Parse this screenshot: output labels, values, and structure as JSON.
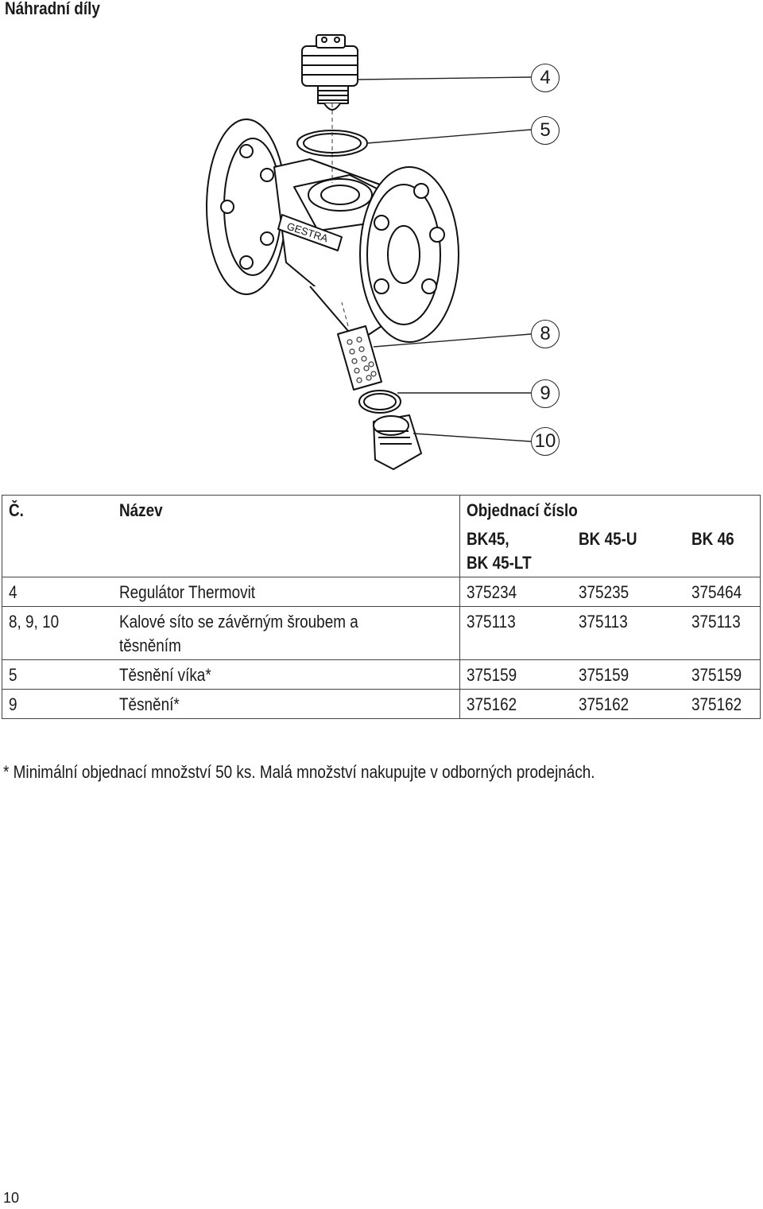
{
  "page": {
    "title": "Náhradní díly",
    "page_number": "10"
  },
  "callouts": [
    "4",
    "5",
    "8",
    "9",
    "10"
  ],
  "drawing": {
    "brand": "GESTRA"
  },
  "table": {
    "header": {
      "col_no": "Č.",
      "col_name": "Název",
      "col_order": "Objednací číslo",
      "variants": [
        "BK45,",
        "BK 45-LT",
        "BK 45-U",
        "BK 46"
      ]
    },
    "rows": [
      {
        "no": "4",
        "name": "Regulátor Thermovit",
        "bk45": "375234",
        "bk45u": "375235",
        "bk46": "375464"
      },
      {
        "no": "8, 9, 10",
        "name": "Kalové síto se závěrným šroubem a těsněním",
        "bk45": "375113",
        "bk45u": "375113",
        "bk46": "375113"
      },
      {
        "no": "5",
        "name": "Těsnění víka*",
        "bk45": "375159",
        "bk45u": "375159",
        "bk46": "375159"
      },
      {
        "no": "9",
        "name": "Těsnění*",
        "bk45": "375162",
        "bk45u": "375162",
        "bk46": "375162"
      }
    ]
  },
  "footnote": "* Minimální objednací množství 50 ks. Malá množství nakupujte v odborných prodejnách."
}
